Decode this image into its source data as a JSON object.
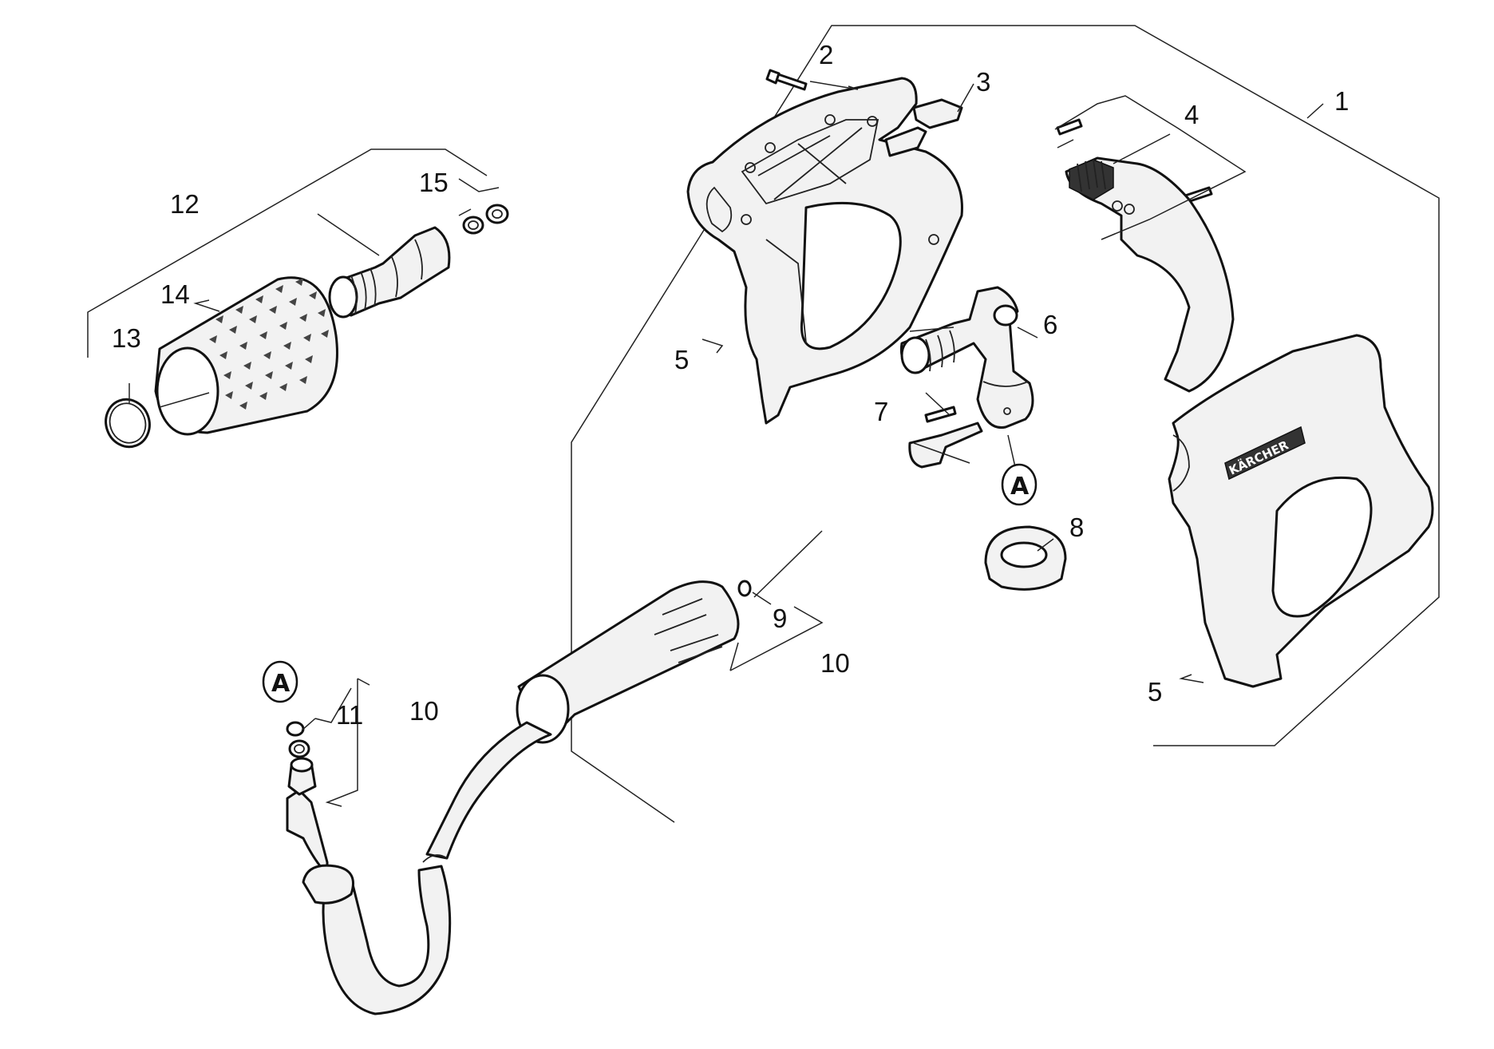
{
  "callouts": {
    "c1": "1",
    "c2": "2",
    "c3": "3",
    "c4": "4",
    "c5_left": "5",
    "c5_right": "5",
    "c6": "6",
    "c7": "7",
    "c8": "8",
    "c9": "9",
    "c10_upper": "10",
    "c10_lower": "10",
    "c11": "11",
    "c12": "12",
    "c13": "13",
    "c14": "14",
    "c15": "15"
  },
  "connection_marker": {
    "top": "A",
    "bottom": "A"
  },
  "brand": {
    "logo_text": "KÄRCHER"
  }
}
